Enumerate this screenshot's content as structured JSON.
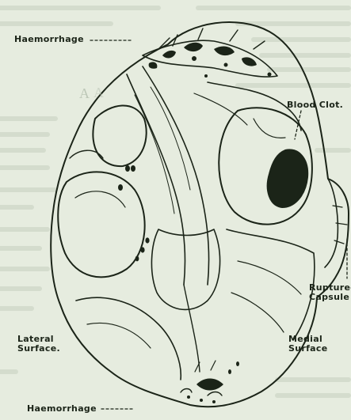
{
  "labels": {
    "haemorrhage_top": "Haemorrhage",
    "blood_clot": "Blood Clot.",
    "ruptured_capsule_line1": "Ruptured",
    "ruptured_capsule_line2": "Capsule",
    "lateral_surface_line1": "Lateral",
    "lateral_surface_line2": "Surface.",
    "medial_surface_line1": "Medial",
    "medial_surface_line2": "Surface",
    "haemorrhage_bottom": "Haemorrhage"
  },
  "page": {
    "heading_fragment": "A"
  },
  "colors": {
    "paper": "#e6ecdf",
    "ink": "#1b2418",
    "bleed": "#b9c3b4"
  }
}
